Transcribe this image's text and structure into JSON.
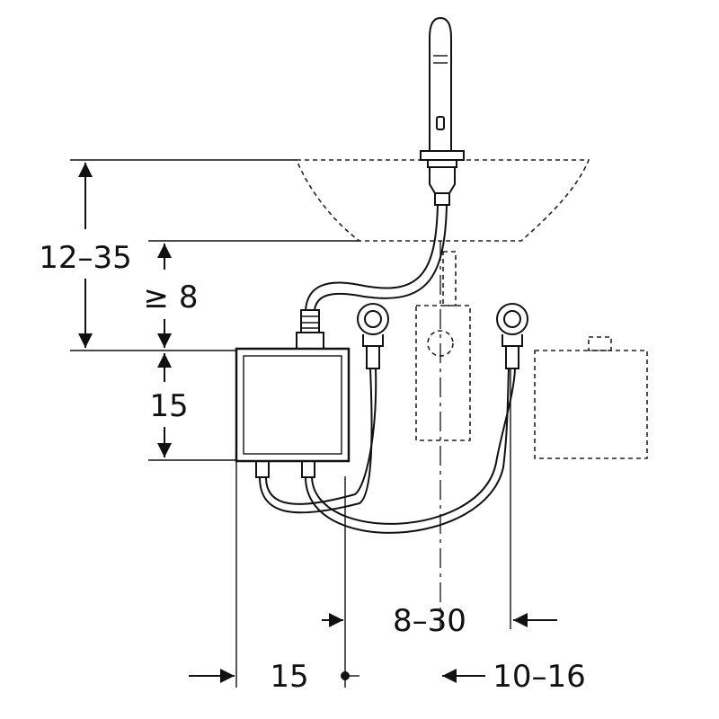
{
  "diagram": {
    "dimensions": {
      "total_height": "12–35",
      "gap_height": "≥ 8",
      "box_height": "15",
      "valve_spacing": "8–30",
      "box_offset": "15",
      "drain_offset": "10–16"
    }
  }
}
